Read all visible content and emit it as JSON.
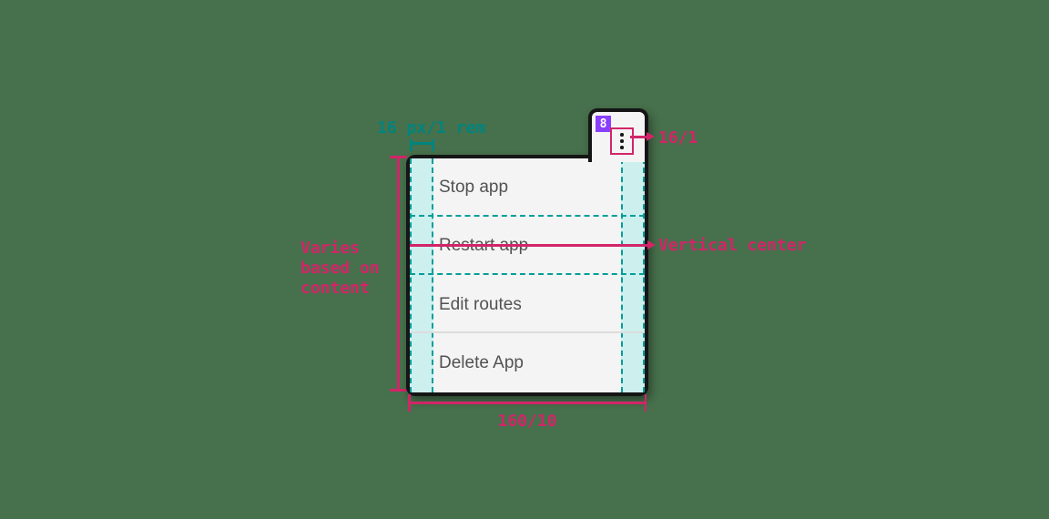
{
  "colors": {
    "page_bg": "#47704c",
    "pink": "#d12568",
    "teal_text": "#00847e",
    "teal_dash": "#009e9a",
    "cyan_fill": "#cdf0ef",
    "purple": "#8a3ffc",
    "menu_bg": "#f4f4f4",
    "menu_border": "#151515",
    "item_text": "#525252",
    "divider": "#dcdcdc",
    "dot": "#161616",
    "badge_text": "#ffffff"
  },
  "annotations": {
    "padding_label": "16 px/1 rem",
    "icon_size_label": "16/1",
    "vertical_center_label": "Vertical center",
    "height_label": "Varies based on content",
    "width_label": "160/10"
  },
  "menu": {
    "badge_count": "8",
    "kebab_icon": "overflow-menu-vertical-icon",
    "items": [
      {
        "label": "Stop app"
      },
      {
        "label": "Restart app"
      },
      {
        "label": "Edit routes"
      },
      {
        "label": "Delete App"
      }
    ]
  }
}
